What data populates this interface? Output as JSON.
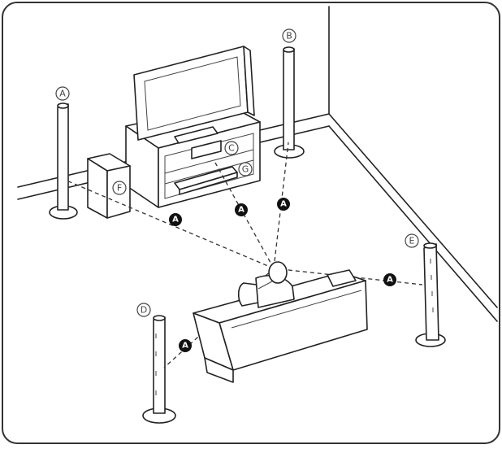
{
  "labels": {
    "a": "A",
    "b": "B",
    "c": "C",
    "d": "D",
    "e": "E",
    "f": "F",
    "g": "G"
  },
  "distance_marker": "A"
}
